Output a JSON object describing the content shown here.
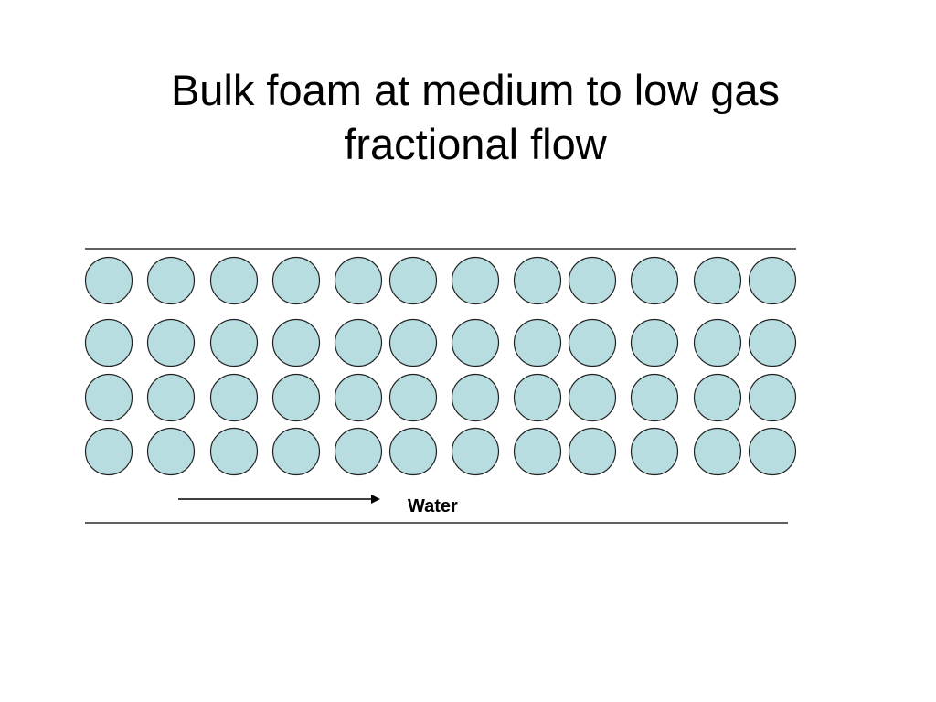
{
  "slide": {
    "title_line1": "Bulk foam at medium to low gas",
    "title_line2": "fractional flow"
  },
  "diagram": {
    "bubble_rows": 4,
    "bubble_columns": 12,
    "flow_label": "Water",
    "colors": {
      "bubble_fill": "#b7dde1",
      "bubble_stroke": "#222222",
      "wall_line": "#000000",
      "text": "#000000"
    }
  }
}
